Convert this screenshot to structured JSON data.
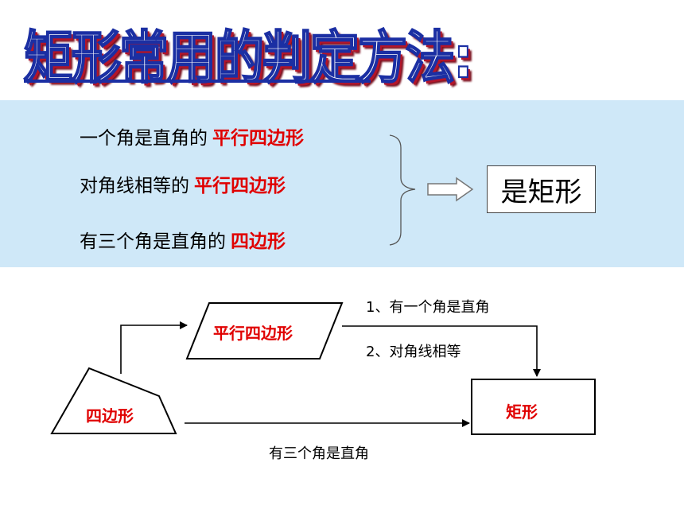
{
  "title": "矩形常用的判定方法:",
  "conditions": [
    {
      "text": "一个角是直角的",
      "highlight": "平行四边形"
    },
    {
      "text": "对角线相等的",
      "highlight": "平行四边形"
    },
    {
      "text": "有三个角是直角的",
      "highlight": "四边形"
    }
  ],
  "result": "是矩形",
  "flow": {
    "parallelogram": "平行四边形",
    "quadrilateral": "四边形",
    "rectangle": "矩形",
    "cond1": "1、有一个角是直角",
    "cond2": "2、对角线相等",
    "cond3": "有三个角是直角"
  },
  "colors": {
    "title_outline": "#1b2fa3",
    "title_shadow": "#b3152a",
    "highlight": "#e00000",
    "panel": "#cfe8f8"
  }
}
